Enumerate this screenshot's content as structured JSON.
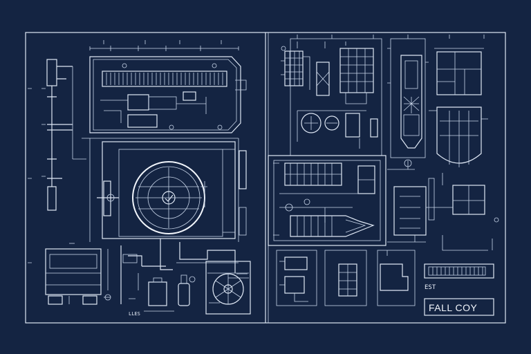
{
  "colors": {
    "background": "#142442",
    "line": "#dfe8f5"
  },
  "labels": {
    "panel_code": "EST",
    "title_block": "FALL COY",
    "tag_1": "LLES"
  }
}
